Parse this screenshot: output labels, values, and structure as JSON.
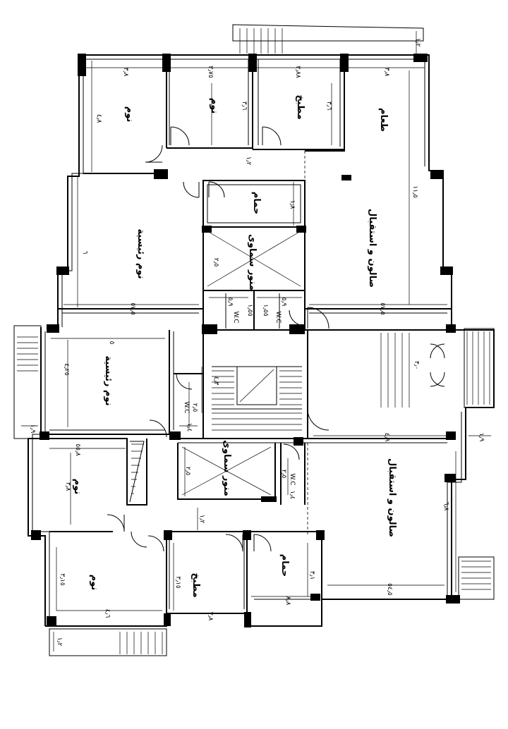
{
  "rooms": {
    "bed_top_left": "نوم",
    "bed_top_mid": "نوم",
    "kitchen_top": "مطبخ",
    "dining_top": "طعام",
    "bath_top": "حمام",
    "master_top": "نوم رئيسية",
    "shaft_top": "منور سماوى",
    "salon_top": "صالون و استقبال",
    "wc_top_a": "W.C",
    "wc_top_b": "W.C",
    "master_mid": "نوم رئيسية",
    "wc_mid": "W.C",
    "shaft_bottom": "منور سماوى",
    "wc_bottom": "W.C",
    "bed_bottom_a": "نوم",
    "salon_bottom": "صالون و استقبال",
    "bed_bottom_b": "نوم",
    "kitchen_bottom": "مطبخ",
    "bath_bottom": "حمام"
  },
  "dimensions": {
    "top_bed_left_w": "٣٫٨",
    "top_bed_mid_w": "٣٫٧٥",
    "top_kitchen_w": "٣٫٨٨",
    "top_dining_w": "٣٫٨",
    "top_right_edge": "١٫٢",
    "bed_left_h": "٤٫٨",
    "bed_mid_h": "٣٫٦",
    "kitchen_h": "٣٫٦",
    "corridor_top": "١٫٢",
    "bath_top_h": "١٫٨",
    "master_top_h": "٦",
    "salon_top_h": "١١٫٥",
    "shaft_top_h": "٢٫٥",
    "row_w_left": "٥٧٫٥",
    "row_w_right": "٥٧٫٥",
    "wc_a_w": "٥٫٩",
    "wc_a_h": "١٫٥٥",
    "wc_b_h": "١٫٥٥",
    "wc_b_w": "٥٫٩",
    "master_mid_w": "٥",
    "master_mid_h": "٤٫٢٥",
    "stair_h": "٤٫٣",
    "wc_mid_h": "٢٫٥",
    "wc_mid_w": "١٫٤",
    "balcony_left": "١٫٩",
    "bed_a_w": "٥٥٫٨",
    "mid_band_w": "٤٫٩",
    "right_band_w": "١٫٩",
    "entry_w": "٣٫٠",
    "shaft_bottom_h": "٢٫٥",
    "wc_bottom_h": "٢٫٥",
    "wc_bottom_w": "١٫٤",
    "bed_a_h": "٣٫٨",
    "salon_bottom_h": "٦٫٨",
    "corridor_bottom": "١٫٢",
    "bed_b_h": "٣٫١٥",
    "kitchen_b_h": "٣٫١٥",
    "bath_b_h": "٣٫١",
    "bed_b_w": "٤٫٦",
    "kitchen_b_w": "٣٫٨",
    "bath_b_w": "٨٫٨",
    "salon_bottom_w": "٥٤٫٥",
    "bottom_edge": "١٫٢"
  },
  "colors": {
    "ink": "#000000",
    "paper": "#ffffff"
  }
}
